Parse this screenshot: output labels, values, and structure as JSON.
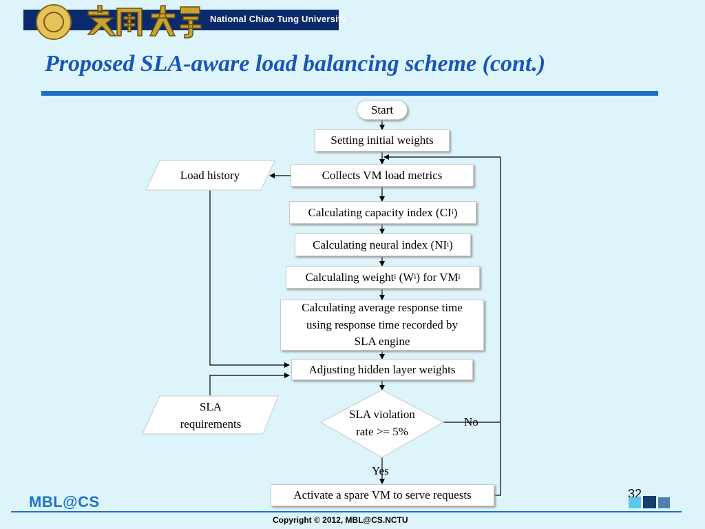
{
  "header": {
    "university_name": "National Chiao Tung University",
    "chinese_name": "交通大學"
  },
  "title": "Proposed SLA-aware load balancing scheme (cont.)",
  "flow": {
    "start": "Start",
    "setting_weights": "Setting initial weights",
    "load_history": "Load history",
    "collect_metrics": "Collects VM load metrics",
    "capacity_index": {
      "text": "Calculating capacity index (CI",
      "sub": "i",
      "tail": ")"
    },
    "neural_index": {
      "text": "Calculating neural index (NI",
      "sub": "i",
      "tail": ")"
    },
    "weight": {
      "a": "Calculaling weight",
      "sub1": "i",
      "b": " (W",
      "sub2": "i",
      "c": ") for VM",
      "sub3": "i"
    },
    "avg_response": [
      "Calculating average response time",
      "using response time recorded by",
      "SLA engine"
    ],
    "adjust_hidden": "Adjusting hidden layer weights",
    "sla_requirements": [
      "SLA",
      "requirements"
    ],
    "decision": [
      "SLA violation",
      "rate >= 5%"
    ],
    "no_label": "No",
    "yes_label": "Yes",
    "activate_vm": "Activate a spare VM to serve requests"
  },
  "footer": {
    "logo": "MBL@CS",
    "copyright": "Copyright © 2012, MBL@CS.NCTU",
    "page_number": "32"
  }
}
